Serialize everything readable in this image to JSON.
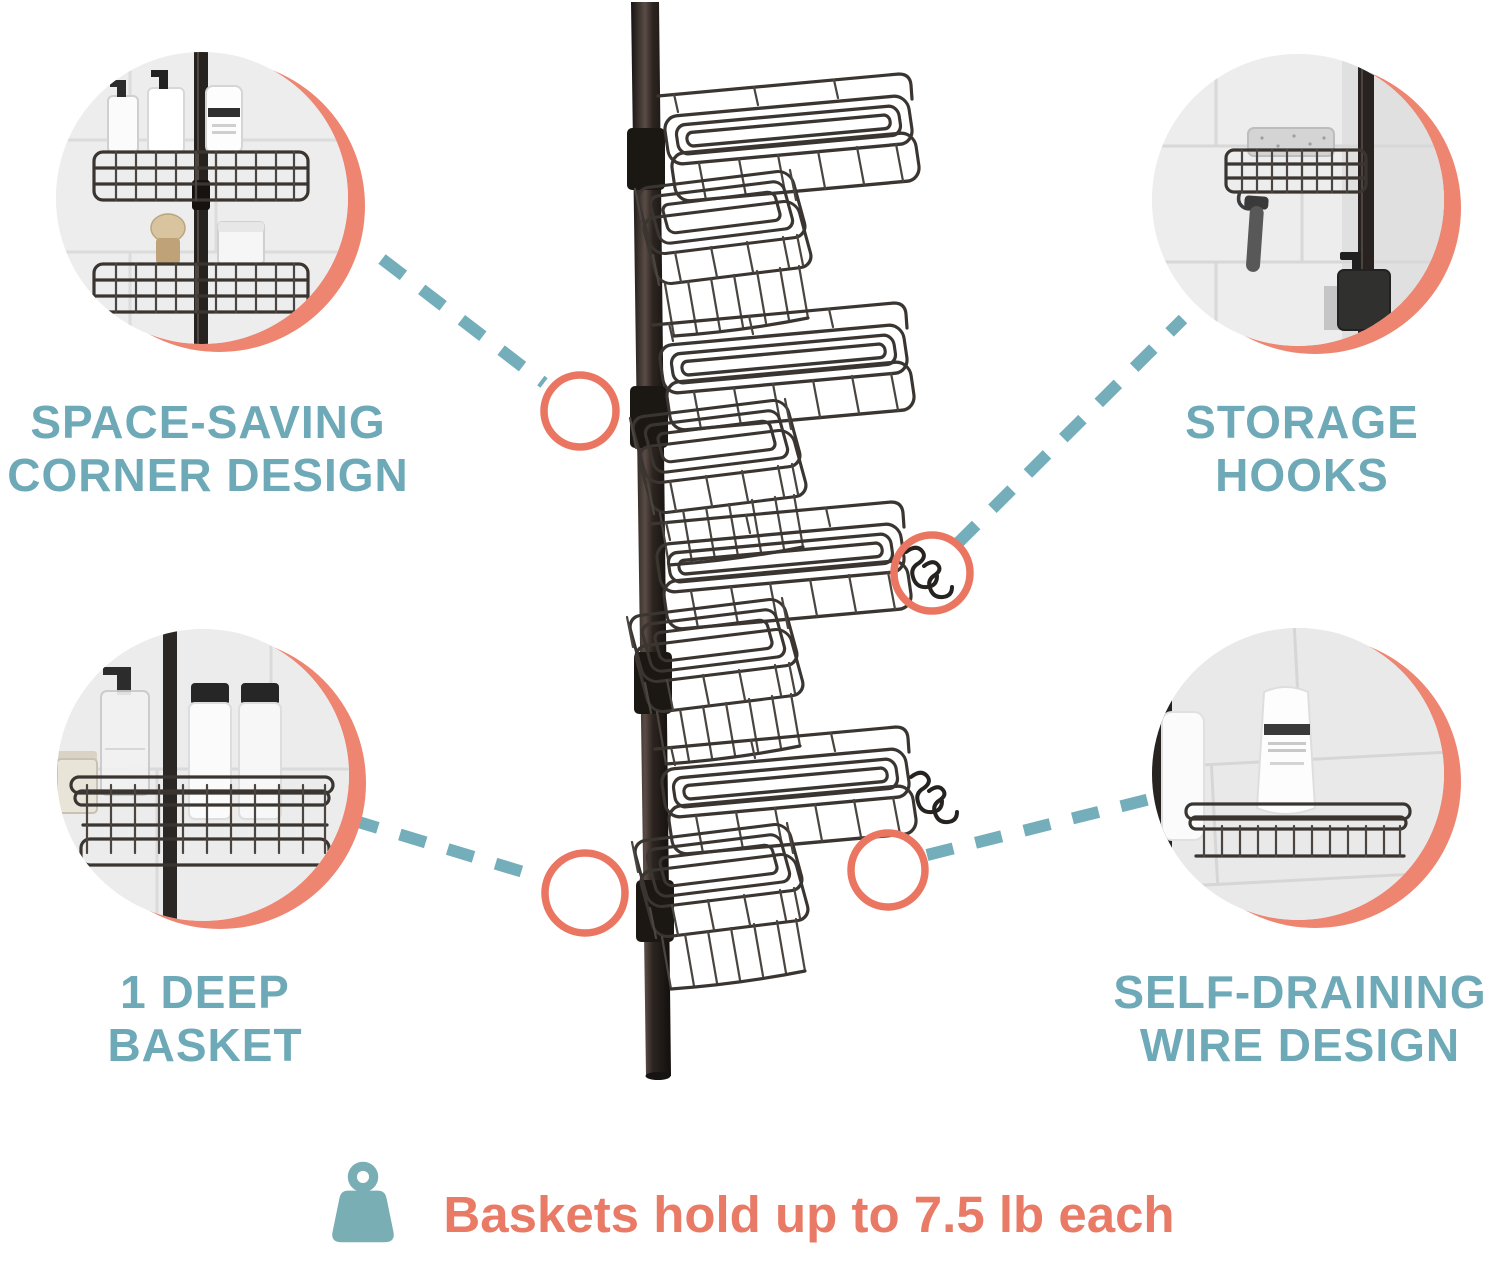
{
  "colors": {
    "background": "#ffffff",
    "teal": "#6ea9b7",
    "coral_text": "#e87a66",
    "ring_coral": "#ea7662",
    "crescent_coral": "#ee8571",
    "wire": "#3a3530",
    "pole": "#221c19"
  },
  "callouts": [
    {
      "id": "space-saving-corner-design",
      "label": "SPACE-SAVING CORNER DESIGN",
      "position": "top-left",
      "photo": "two corner wire baskets on black pole with pump bottles, tube, shaving brush and jar"
    },
    {
      "id": "storage-hooks",
      "label": "STORAGE HOOKS",
      "position": "top-right",
      "photo": "wire basket with sponge, razor hanging from storage hook, black soap dispenser"
    },
    {
      "id": "one-deep-basket",
      "label": "1 DEEP BASKET",
      "position": "bottom-left",
      "photo": "deep corner basket holding clear pump bottle and two white bottles"
    },
    {
      "id": "self-draining-wire-design",
      "label": "SELF-DRAINING WIRE DESIGN",
      "position": "bottom-right",
      "photo": "self-draining wire shelf with white cosmetic tube"
    }
  ],
  "footer": {
    "text": "Baskets hold up to 7.5 lb each",
    "icon": "weight-icon"
  },
  "product": {
    "description": "corner tension-pole shower caddy",
    "basket_tiers": 4,
    "tiers_with_hooks": 2
  }
}
